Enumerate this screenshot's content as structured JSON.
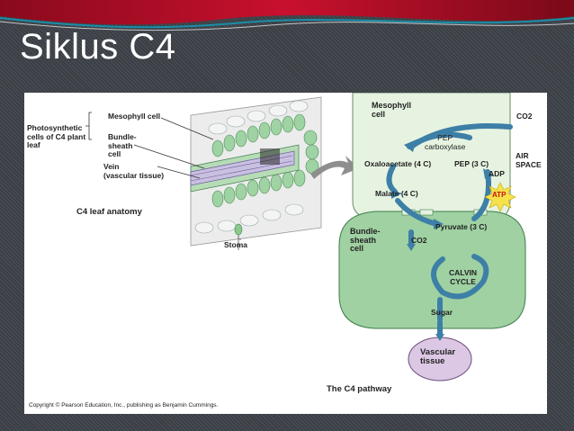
{
  "slide": {
    "title": "Siklus C4",
    "colors": {
      "background": "#3d4147",
      "accent_red": "#c8102e",
      "accent_teal": "#1a8ea8"
    }
  },
  "figure": {
    "anatomy": {
      "label_photosynthetic": "Photosynthetic\ncells of C4 plant\nleaf",
      "label_mesophyll": "Mesophyll cell",
      "label_bundle": "Bundle-\nsheath\ncell",
      "label_vein": "Vein\n(vascular tissue)",
      "caption": "C4 leaf anatomy",
      "label_stoma": "Stoma"
    },
    "pathway": {
      "mesophyll_cell": "Mesophyll\ncell",
      "co2_in": "CO2",
      "pep_carboxylase": "PEP\ncarboxylase",
      "oxaloacetate": "Oxaloacetate (4 C)",
      "pep": "PEP (3 C)",
      "adp": "ADP",
      "air_space": "AIR\nSPACE",
      "malate": "Malate (4 C)",
      "atp": "ATP",
      "pyruvate": "Pyruvate (3 C)",
      "bundle_sheath": "Bundle-\nsheath\ncell",
      "co2_bundle": "CO2",
      "calvin": "CALVIN\nCYCLE",
      "sugar": "Sugar",
      "vascular": "Vascular\ntissue",
      "caption": "The C4 pathway"
    },
    "copyright": "Copyright © Pearson Education, Inc., publishing as Benjamin Cummings."
  }
}
